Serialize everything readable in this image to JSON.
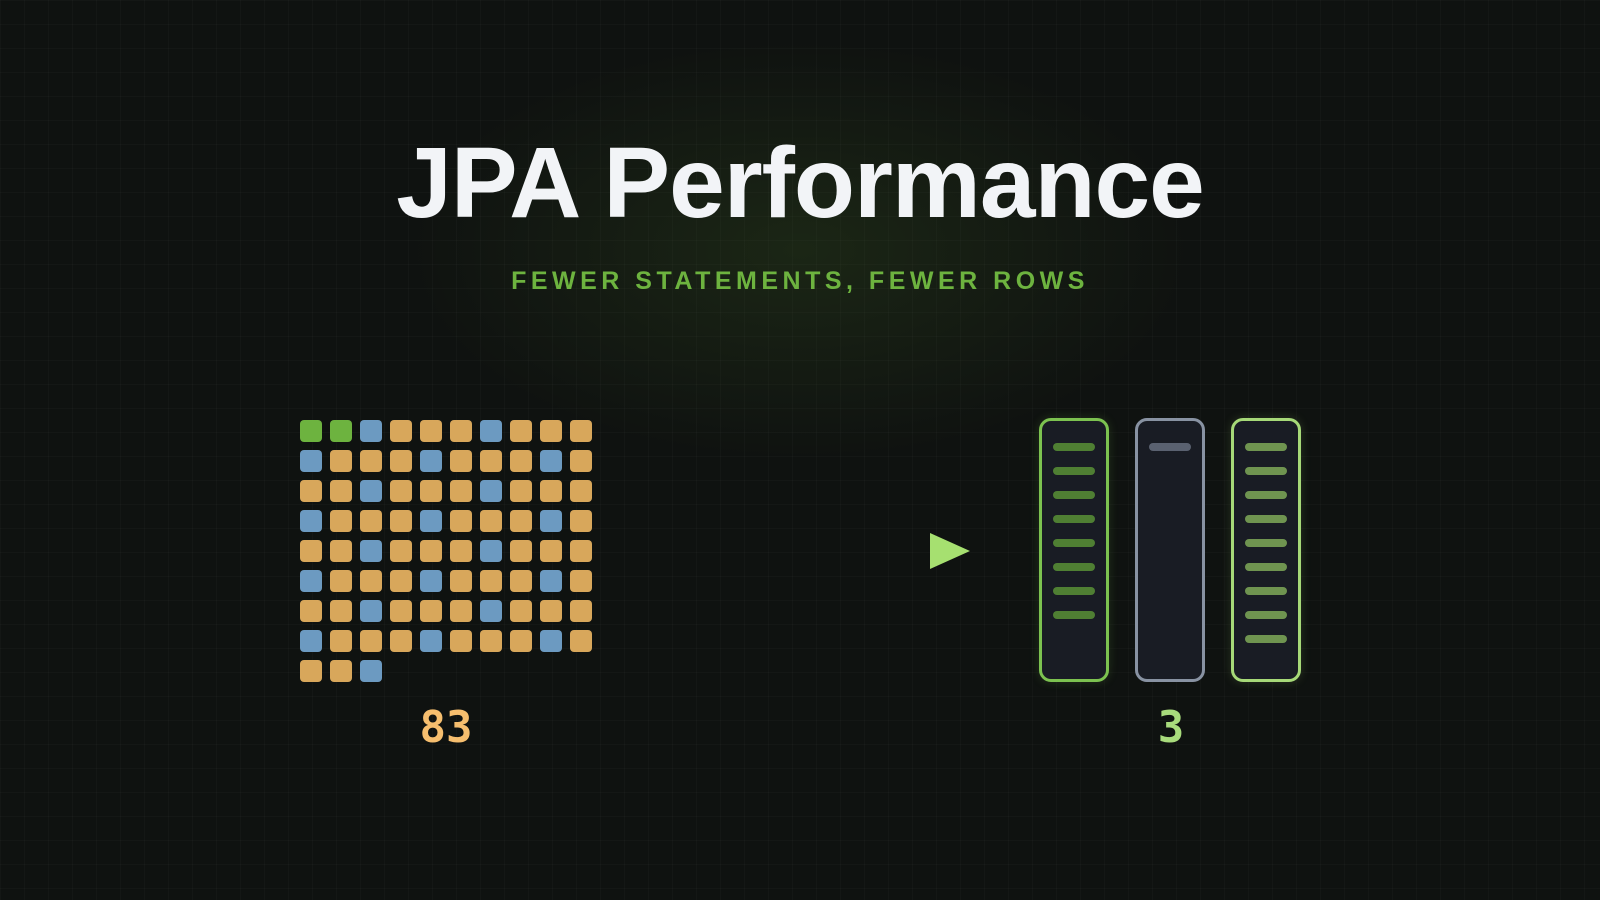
{
  "title": "JPA Performance",
  "subtitle": "FEWER STATEMENTS, FEWER ROWS",
  "before": {
    "count": "83",
    "statements": [
      "g",
      "g",
      "b",
      "o",
      "o",
      "o",
      "b",
      "o",
      "o",
      "o",
      "b",
      "o",
      "o",
      "o",
      "b",
      "o",
      "o",
      "o",
      "b",
      "o",
      "o",
      "o",
      "b",
      "o",
      "o",
      "o",
      "b",
      "o",
      "o",
      "o",
      "b",
      "o",
      "o",
      "o",
      "b",
      "o",
      "o",
      "o",
      "b",
      "o",
      "o",
      "o",
      "b",
      "o",
      "o",
      "o",
      "b",
      "o",
      "o",
      "o",
      "b",
      "o",
      "o",
      "o",
      "b",
      "o",
      "o",
      "o",
      "b",
      "o",
      "o",
      "o",
      "b",
      "o",
      "o",
      "o",
      "b",
      "o",
      "o",
      "o",
      "b",
      "o",
      "o",
      "o",
      "b",
      "o",
      "o",
      "o",
      "b",
      "o",
      "o",
      "o",
      "b"
    ]
  },
  "after": {
    "count": "3",
    "statements": [
      {
        "variant": "green",
        "rows": 8
      },
      {
        "variant": "gray",
        "rows": 1
      },
      {
        "variant": "lightgreen",
        "rows": 9
      }
    ]
  },
  "colors": {
    "title": "#f2f4f7",
    "subtitle": "#6db33f",
    "cell_green": "#6db33f",
    "cell_blue": "#6c9ac1",
    "cell_orange": "#d8a75b",
    "count_before": "#f6be6e",
    "count_after": "#a8db7c",
    "arrow_start": "#b8a068",
    "arrow_end": "#a6e070",
    "col_green_border": "#7cc250",
    "col_green_line": "#4f7f33",
    "col_gray_border": "#8892a2",
    "col_gray_line": "#5a6170",
    "col_lightgreen_border": "#a6d978",
    "col_lightgreen_line": "#6f9450"
  }
}
